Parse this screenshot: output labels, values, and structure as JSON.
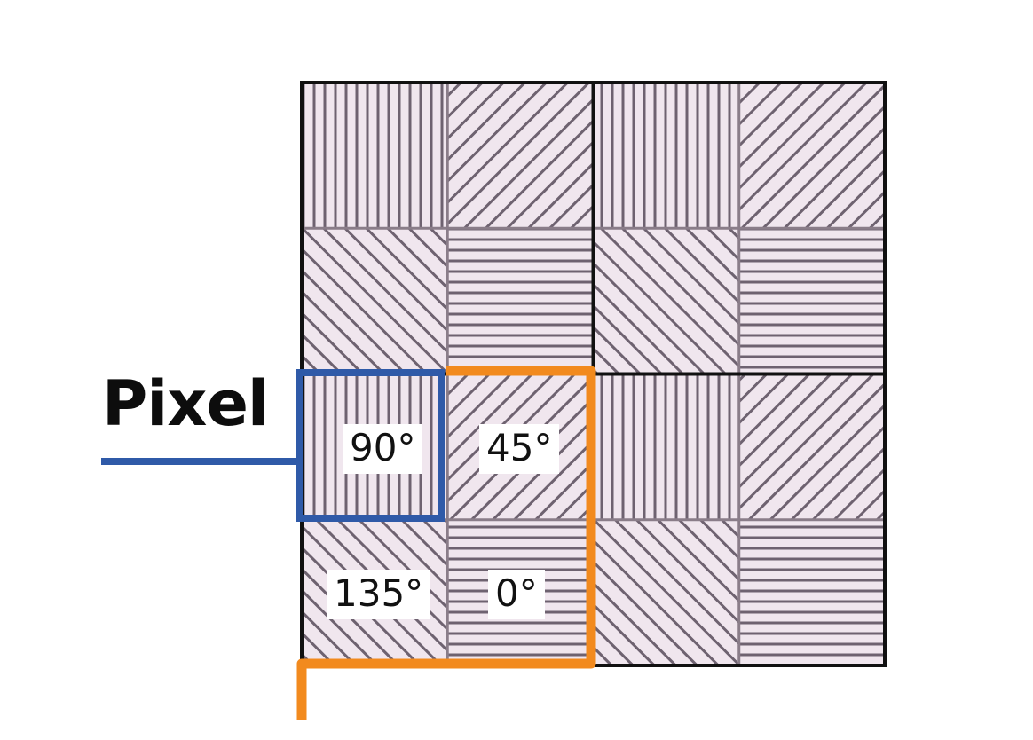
{
  "labels": {
    "pixel": "Pixel",
    "angle_90": "90°",
    "angle_45": "45°",
    "angle_135": "135°",
    "angle_0": "0°"
  },
  "grid": {
    "rows": 4,
    "cols": 4,
    "superpixel_pattern": [
      [
        90,
        45
      ],
      [
        135,
        0
      ]
    ]
  },
  "colors": {
    "cell_fill": "#f0e6ee",
    "hatch": "#6e6270",
    "grid_line": "#111111",
    "pixel_highlight": "#2f5aa8",
    "superpixel_highlight": "#f28a1e"
  }
}
